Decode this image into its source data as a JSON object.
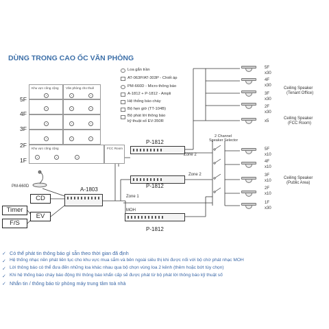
{
  "title": "DÙNG TRONG CAO ỐC VĂN PHÒNG",
  "floors": [
    "5F",
    "4F",
    "3F",
    "2F",
    "1F"
  ],
  "rooms": {
    "a": "Khu vực công cộng",
    "b": "Văn phòng cho thuê",
    "fcc": "FCC Room"
  },
  "legend": [
    "Loa gắn trần",
    "AT-063P/AT-303P - Chiết áp",
    "PM-660D - Micro thông báo",
    "A-1812 + P-1812 - Ampli",
    "Hệ thống báo cháy",
    "Bộ hẹn giờ (TT-104B)",
    "Bộ phát lời thông báo",
    "kỹ thuật số EV-350R"
  ],
  "devices": {
    "pm660d": "PM-660D",
    "cd": "CD",
    "timer": "Timer",
    "ev": "EV",
    "fs": "F/S",
    "a1803": "A-1803",
    "amp1": "P-1812",
    "amp2": "P-1812",
    "amp3": "P-1812",
    "moh": "MOH"
  },
  "zones": {
    "z1": "Zone 1",
    "z2a": "Zone 2",
    "z2b": "Zone 2"
  },
  "selector": [
    "2 Channel",
    "Speaker Selector"
  ],
  "speakers_top": [
    {
      "floor": "5F",
      "count": "x30"
    },
    {
      "floor": "4F",
      "count": "x30"
    },
    {
      "floor": "3F",
      "count": "x30"
    },
    {
      "floor": "2F",
      "count": "x30"
    },
    {
      "floor": "",
      "count": "x5"
    }
  ],
  "speakers_bottom": [
    {
      "floor": "5F",
      "count": "x10"
    },
    {
      "floor": "4F",
      "count": "x10"
    },
    {
      "floor": "3F",
      "count": "x10"
    },
    {
      "floor": "2F",
      "count": "x10"
    },
    {
      "floor": "1F",
      "count": "x30"
    }
  ],
  "groups": {
    "tenant": [
      "Ceiling Speaker",
      "(Tenant Office)"
    ],
    "fcc": [
      "Ceiling Speaker",
      "(FCC Room)"
    ],
    "public": [
      "Ceiling Speaker",
      "(Public Area)"
    ]
  },
  "notes": [
    "Có thể phát tin thông báo gì sẵn theo thời gian đã định",
    "Hệ thống nhạc nền phát liên tục cho khu vực mua sắm và bên ngoài siêu thị khi được nối với bộ chờ phát nhạc MOH",
    "Lời thông báo có thể đưa đến những loa khác nhau qua bộ chọn vùng loa 2 kênh (thêm hoặc bớt tùy chọn)",
    "Khi hệ thống báo cháy báo động thì thông báo khẩn cấp sẽ được phát từ bộ phát lời thông báo kỹ thuật số",
    "Nhắn tin / thông báo từ phòng máy trung tâm toà nhà"
  ]
}
